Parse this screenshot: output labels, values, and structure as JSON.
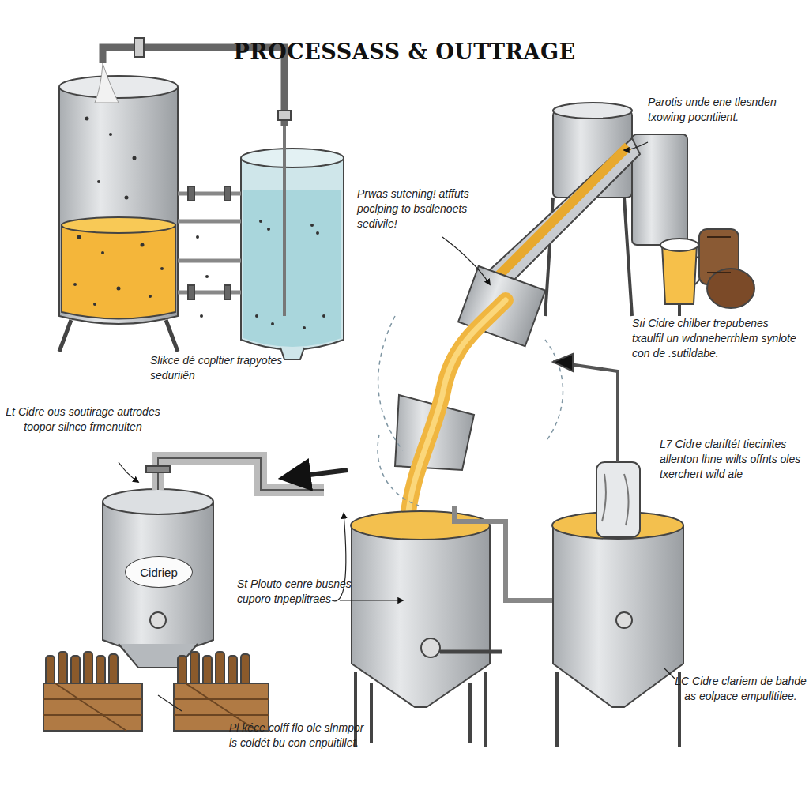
{
  "diagram": {
    "title": "PROCESSASS & OUTTRAGE",
    "nodes": [
      {
        "text": [
          "Cidriep"
        ]
      }
    ],
    "labels": [
      "Slikce dé copltier frapyotes seduriiên",
      "Lt Cidre ous soutirage autrodes toopor silnco frmenulten",
      "Prwas sutening! atffuts poclping to bsdlenoets sedivile!",
      "Parotis unde ene tlesnden txowing pocntiient.",
      "Sıi Cidre chilber trepubenes txaulfil un wdnneherrhlem synlote con de .sutildabe.",
      "L7 Cidre clarifté! tiecinites allenton lhne wilts offnts oles txerchert wild ale",
      "St Plouto cenre busnes cuporo tnpeplitraes",
      "Pl kéce colff flo ole slnmpor ls coldét bu con enpuitillet.",
      "LC Cidre clariem de bahde as eolpace empulltilee."
    ]
  }
}
